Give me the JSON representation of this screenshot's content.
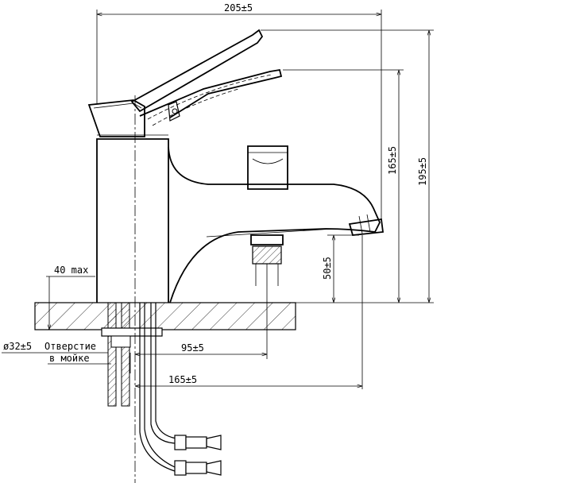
{
  "drawing": {
    "dim_overall_width": "205±5",
    "dim_height_total": "195±5",
    "dim_height_spout": "165±5",
    "dim_spout_to_tap": "50±5",
    "dim_max_thickness": "40 max",
    "dim_hole_diameter": "ø32±5",
    "hole_label_line1": "Отверстие",
    "hole_label_line2": "в мойке",
    "dim_to_diverter": "95±5",
    "dim_to_spout": "165±5"
  }
}
